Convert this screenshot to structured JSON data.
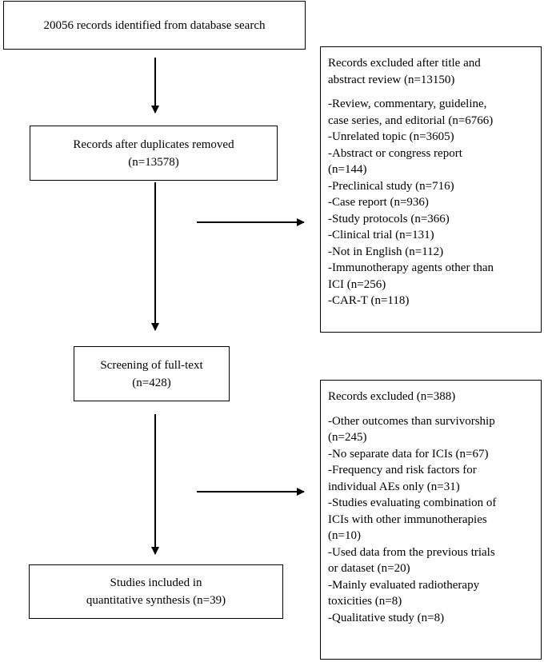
{
  "flow": {
    "box1": {
      "lines": [
        "20056 records identified from database search"
      ]
    },
    "box2": {
      "lines": [
        "Records after duplicates removed",
        "(n=13578)"
      ]
    },
    "box3": {
      "lines": [
        "Screening of full-text",
        "(n=428)"
      ]
    },
    "box4": {
      "lines": [
        "Studies included in",
        "quantitative synthesis (n=39)"
      ]
    },
    "excluded1": {
      "heading": [
        "Records excluded after title and",
        "abstract review (n=13150)"
      ],
      "items": [
        "-Review, commentary, guideline,",
        "case series, and editorial (n=6766)",
        "-Unrelated topic (n=3605)",
        "-Abstract or congress report",
        "(n=144)",
        "-Preclinical study (n=716)",
        "-Case report (n=936)",
        "-Study protocols (n=366)",
        "-Clinical trial (n=131)",
        "-Not in English (n=112)",
        "-Immunotherapy agents other than",
        "ICI (n=256)",
        "-CAR-T (n=118)"
      ]
    },
    "excluded2": {
      "heading": [
        "Records excluded (n=388)"
      ],
      "items": [
        "-Other outcomes than survivorship",
        "(n=245)",
        "-No separate data for ICIs (n=67)",
        "-Frequency and risk factors for",
        "individual AEs only (n=31)",
        "-Studies evaluating combination of",
        "ICIs with other immunotherapies",
        "(n=10)",
        "-Used data from the previous trials",
        "or dataset (n=20)",
        "-Mainly evaluated radiotherapy",
        "toxicities (n=8)",
        "-Qualitative study (n=8)"
      ]
    }
  }
}
